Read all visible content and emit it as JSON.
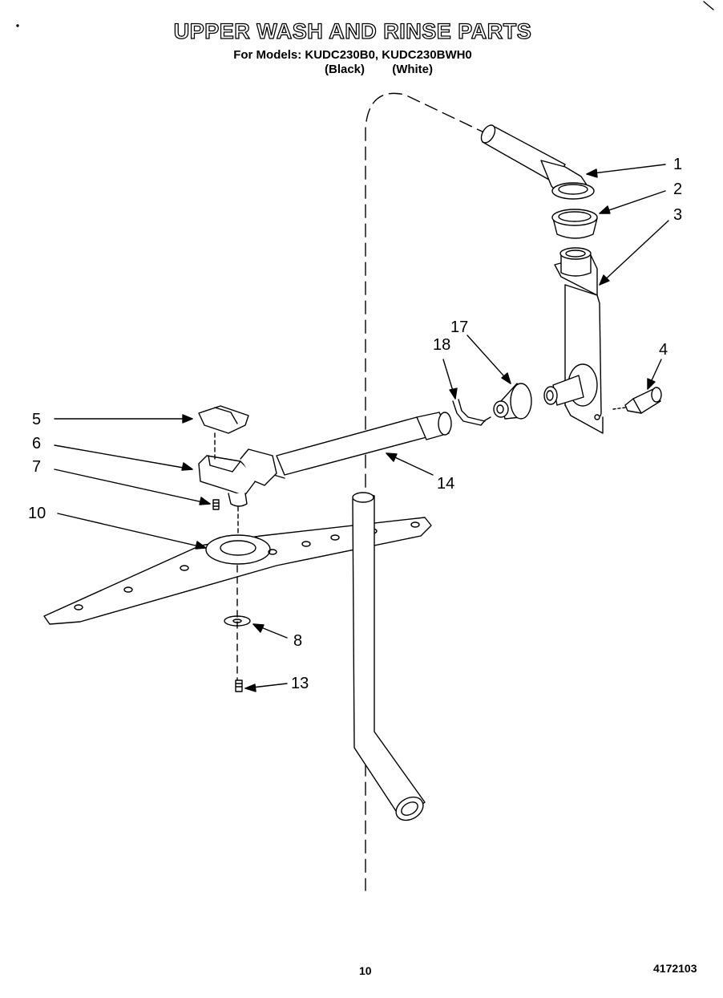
{
  "header": {
    "title": "UPPER WASH AND RINSE PARTS",
    "models_line": "For Models: KUDC230B0, KUDC230BWH0",
    "color_black": "(Black)",
    "color_white": "(White)"
  },
  "callouts": {
    "c1": "1",
    "c2": "2",
    "c3": "3",
    "c4": "4",
    "c5": "5",
    "c6": "6",
    "c7": "7",
    "c8": "8",
    "c10": "10",
    "c13": "13",
    "c14": "14",
    "c17": "17",
    "c18": "18"
  },
  "footer": {
    "page_number": "10",
    "doc_number": "4172103"
  }
}
